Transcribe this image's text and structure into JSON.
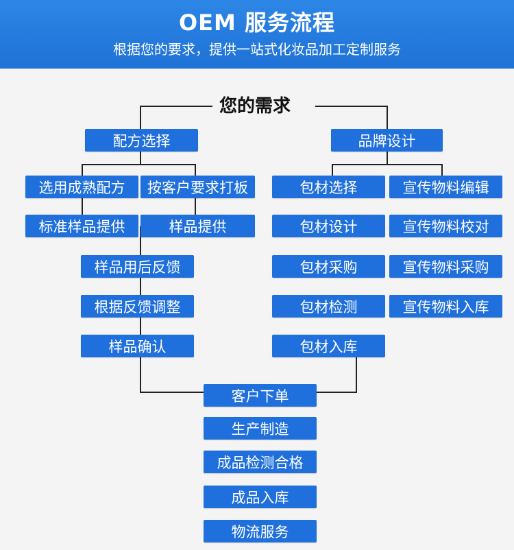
{
  "header": {
    "title": "OEM 服务流程",
    "subtitle": "根据您的要求，提供一站式化妆品加工定制服务"
  },
  "diagram": {
    "root": "您的需求",
    "formula": {
      "title": "配方选择",
      "option_left": "选用成熟配方",
      "option_right": "按客户要求打板",
      "left_result": "标准样品提供",
      "right_result": "样品提供",
      "steps": [
        "样品用后反馈",
        "根据反馈调整",
        "样品确认"
      ]
    },
    "brand": {
      "title": "品牌设计",
      "packaging": [
        "包材选择",
        "包材设计",
        "包材采购",
        "包材检测",
        "包材入库"
      ],
      "promo": [
        "宣传物料编辑",
        "宣传物料校对",
        "宣传物料采购",
        "宣传物料入库"
      ]
    },
    "final_steps": [
      "客户下单",
      "生产制造",
      "成品检测合格",
      "成品入库",
      "物流服务"
    ]
  },
  "colors": {
    "header_bg": "#1f72d6",
    "box_bg": "#1f6fdc",
    "line": "#222222",
    "page_bg": "#f4f4f4"
  }
}
